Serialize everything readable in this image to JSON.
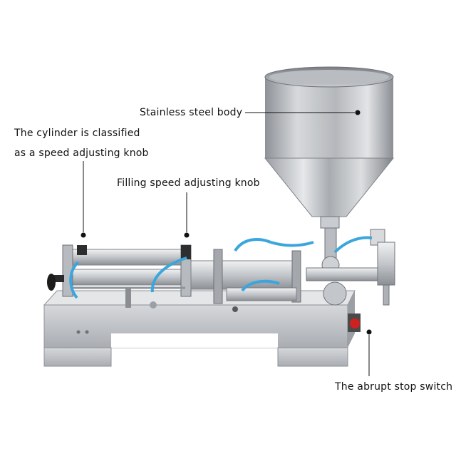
{
  "image": {
    "subject": "semi-automatic horizontal piston paste filling machine, stainless steel"
  },
  "callouts": {
    "body": "Stainless steel body",
    "cylinder_line1": "The cylinder is classified",
    "cylinder_line2": "as a speed adjusting knob",
    "knob": "Filling speed adjusting knob",
    "stop": "The abrupt stop switch"
  },
  "colors": {
    "steel": "#c9ccd0",
    "tube": "#3aa6dd",
    "stop_button": "#d02020"
  }
}
